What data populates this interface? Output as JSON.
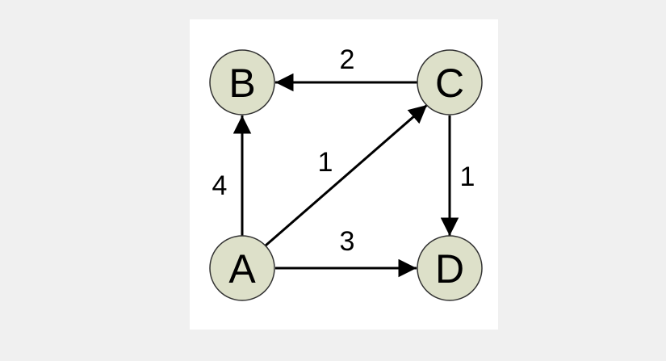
{
  "graph": {
    "type": "directed-weighted",
    "node_fill": "#dde0c9",
    "nodes": [
      {
        "id": "A",
        "label": "A"
      },
      {
        "id": "B",
        "label": "B"
      },
      {
        "id": "C",
        "label": "C"
      },
      {
        "id": "D",
        "label": "D"
      }
    ],
    "edges": [
      {
        "from": "C",
        "to": "B",
        "weight": "2"
      },
      {
        "from": "A",
        "to": "B",
        "weight": "4"
      },
      {
        "from": "A",
        "to": "C",
        "weight": "1"
      },
      {
        "from": "C",
        "to": "D",
        "weight": "1"
      },
      {
        "from": "A",
        "to": "D",
        "weight": "3"
      }
    ]
  }
}
